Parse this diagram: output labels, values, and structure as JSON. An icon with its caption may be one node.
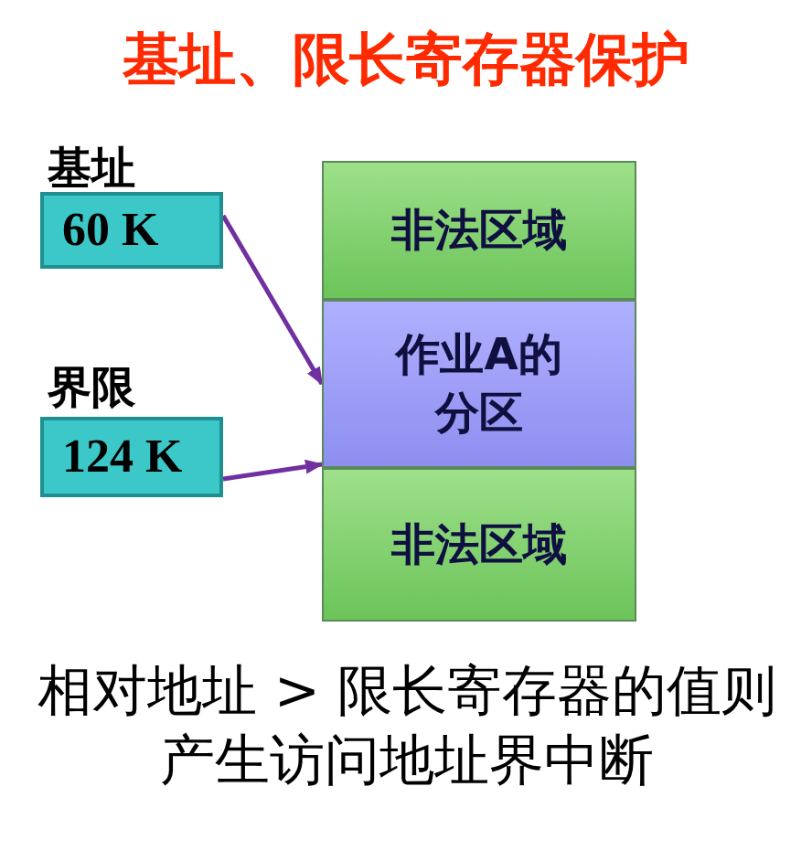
{
  "diagram": {
    "title": "基址、限长寄存器保护",
    "nodes": [
      {
        "text": [
          "基址",
          "60 K"
        ]
      },
      {
        "text": [
          "界限",
          "124 K"
        ]
      },
      {
        "text": [
          "非法区域"
        ]
      },
      {
        "text": [
          "作业A的分区"
        ]
      },
      {
        "text": [
          "非法区域"
        ]
      }
    ],
    "edges": [
      {
        "from": 0,
        "to": 3,
        "arrow": "to"
      },
      {
        "from": 1,
        "to": 3,
        "arrow": "to"
      }
    ],
    "caption": "相对地址 > 限长寄存器的值则产生访问地址界中断"
  }
}
